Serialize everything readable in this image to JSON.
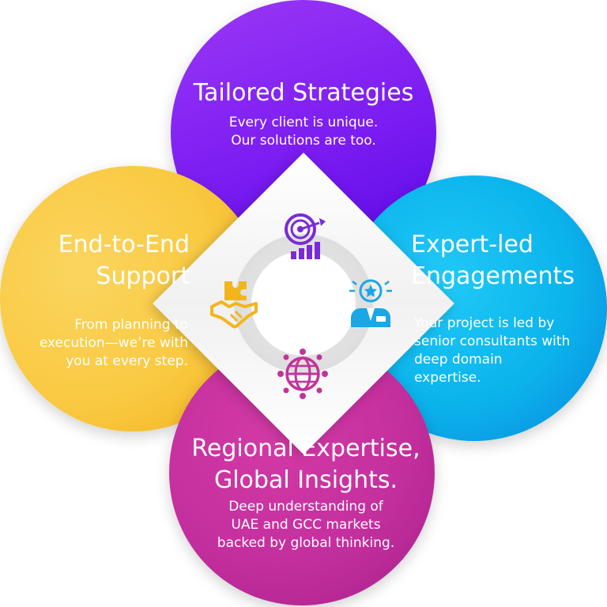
{
  "sections": {
    "top": {
      "title": "Tailored Strategies",
      "desc_line1": "Every client is unique.",
      "desc_line2": "Our solutions are too.",
      "icon": "target-chart-icon"
    },
    "left": {
      "title_line1": "End-to-End",
      "title_line2": "Support",
      "desc_line1": "From planning to",
      "desc_line2": "execution—we’re with",
      "desc_line3": "you at every step.",
      "icon": "handshake-puzzle-icon"
    },
    "right": {
      "title_line1": "Expert-led",
      "title_line2": "Engagements",
      "desc_line1": "Your project is led by",
      "desc_line2": "senior consultants with",
      "desc_line3": "deep domain",
      "desc_line4": "expertise.",
      "icon": "expert-badge-icon"
    },
    "bottom": {
      "title_line1": "Regional Expertise,",
      "title_line2": "Global Insights.",
      "desc_line1": "Deep understanding of",
      "desc_line2": "UAE and GCC markets",
      "desc_line3": "backed by global thinking.",
      "icon": "globe-network-icon"
    }
  },
  "colors": {
    "purple": "#7b1cf2",
    "yellow": "#f9c940",
    "blue": "#0bb3ec",
    "magenta": "#c42f9e",
    "icon_purple": "#7a2bd6",
    "icon_yellow": "#f2b51d",
    "icon_blue": "#1aa7e5",
    "icon_magenta": "#c2339c"
  }
}
